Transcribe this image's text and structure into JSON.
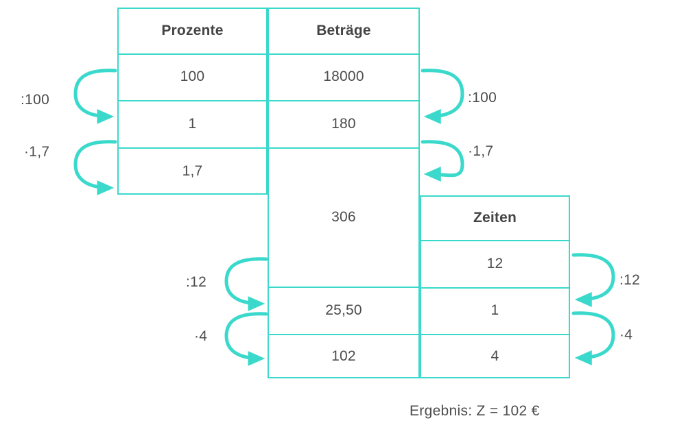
{
  "theme": {
    "accent": "#3ad9cb",
    "text": "#4c4c4c",
    "background": "#ffffff"
  },
  "tables": {
    "prozente": {
      "header": "Prozente",
      "rows": [
        "100",
        "1",
        "1,7"
      ]
    },
    "betraege": {
      "header": "Beträge",
      "rows": [
        "18000",
        "180",
        "",
        "306",
        "25,50",
        "102"
      ]
    },
    "zeiten": {
      "header": "Zeiten",
      "rows": [
        "12",
        "1",
        "4"
      ]
    }
  },
  "operations": {
    "left_top": ":100",
    "left_bottom": "·1,7",
    "right_top": ":100",
    "right_bottom": "·1,7",
    "mid_left_top": ":12",
    "mid_left_bottom": "·4",
    "mid_right_top": ":12",
    "mid_right_bottom": "·4"
  },
  "result": {
    "label": "Ergebnis:",
    "value": "Z = 102 €",
    "full": "Ergebnis:  Z = 102 €"
  }
}
